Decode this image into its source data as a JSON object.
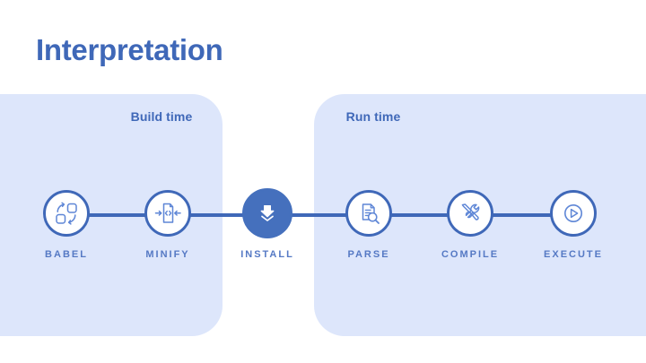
{
  "page": {
    "title": "Interpretation",
    "background": "#ffffff"
  },
  "colors": {
    "accent": "#3f68b8",
    "accent_fill": "#4570bd",
    "panel_bg": "#dde6fb",
    "label": "#5579c4",
    "icon_stroke": "#5e86d6",
    "icon_on_fill": "#ffffff"
  },
  "phases": [
    {
      "id": "build",
      "title": "Build time"
    },
    {
      "id": "run",
      "title": "Run time"
    }
  ],
  "pipeline": {
    "steps": [
      {
        "label": "BABEL",
        "icon": "transform-squares-icon",
        "style": "outline"
      },
      {
        "label": "MINIFY",
        "icon": "document-code-compress-icon",
        "style": "outline"
      },
      {
        "label": "INSTALL",
        "icon": "download-arrow-icon",
        "style": "filled"
      },
      {
        "label": "PARSE",
        "icon": "document-search-icon",
        "style": "outline"
      },
      {
        "label": "COMPILE",
        "icon": "wrench-screwdriver-icon",
        "style": "outline"
      },
      {
        "label": "EXECUTE",
        "icon": "play-circle-icon",
        "style": "outline"
      }
    ]
  }
}
